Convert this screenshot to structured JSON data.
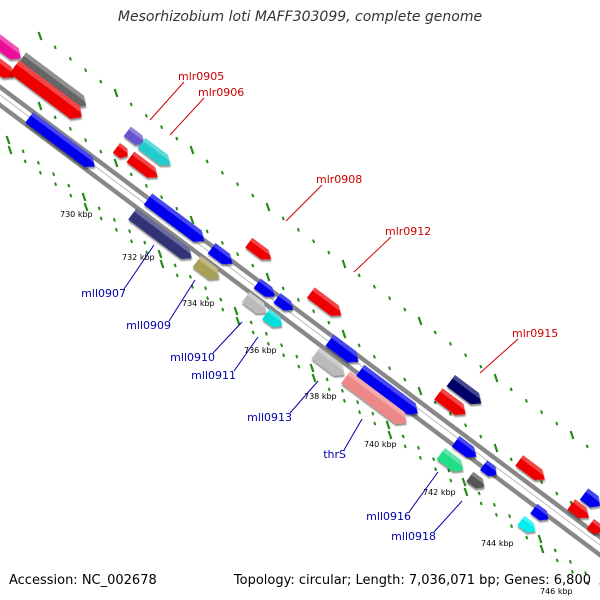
{
  "title": "Mesorhizobium loti MAFF303099, complete genome",
  "footer": {
    "accession": "Accession: NC_002678",
    "summary": "Topology: circular; Length: 7,036,071 bp; Genes: 6,800"
  },
  "colors": {
    "backbone": "#888888",
    "tick_marks": "#2a8a1a",
    "label_forward": "#cc0000",
    "label_reverse": "#0000aa",
    "scale_text": "#000000"
  },
  "scale_labels": [
    "730 kbp",
    "732 kbp",
    "734 kbp",
    "736 kbp",
    "738 kbp",
    "740 kbp",
    "742 kbp",
    "744 kbp",
    "746 kbp"
  ],
  "genes": [
    {
      "id": "g-magenta",
      "color": "#ee1199"
    },
    {
      "id": "g-gray-top",
      "color": "#666666"
    },
    {
      "id": "g-red-a",
      "color": "#ee0000"
    },
    {
      "id": "g-red-b",
      "color": "#ee0000"
    },
    {
      "id": "g-blue-top",
      "color": "#0000ee"
    },
    {
      "id": "mlr0905",
      "color": "#6655cc"
    },
    {
      "id": "mlr0906",
      "color": "#22cccc"
    },
    {
      "id": "g-red-c",
      "color": "#ee0000"
    },
    {
      "id": "g-red-d",
      "color": "#ee0000"
    },
    {
      "id": "g-blue-730",
      "color": "#0000ee"
    },
    {
      "id": "mll0907",
      "color": "#333377"
    },
    {
      "id": "g-blue-731",
      "color": "#0000ee"
    },
    {
      "id": "g-blue-732",
      "color": "#0000ee"
    },
    {
      "id": "mll0909",
      "color": "#aaa055"
    },
    {
      "id": "mlr0908",
      "color": "#ee0000"
    },
    {
      "id": "g-blue-735",
      "color": "#0000ee"
    },
    {
      "id": "mll0910",
      "color": "#bbbbbb"
    },
    {
      "id": "g-blue-736",
      "color": "#0000ee"
    },
    {
      "id": "mll0911",
      "color": "#00dddd"
    },
    {
      "id": "mlr0912",
      "color": "#ee0000"
    },
    {
      "id": "g-blue-737",
      "color": "#0000ee"
    },
    {
      "id": "mll0913",
      "color": "#bbbbbb"
    },
    {
      "id": "g-blue-738",
      "color": "#0000ee"
    },
    {
      "id": "thrS",
      "color": "#ee8888"
    },
    {
      "id": "mlr0915",
      "color": "#000066"
    },
    {
      "id": "g-red-e",
      "color": "#ee0000"
    },
    {
      "id": "g-blue-742",
      "color": "#0000ee"
    },
    {
      "id": "mll0916",
      "color": "#22dd88"
    },
    {
      "id": "g-blue-743",
      "color": "#0000ee"
    },
    {
      "id": "mll0918",
      "color": "#555555"
    },
    {
      "id": "g-red-f",
      "color": "#ee0000"
    },
    {
      "id": "g-blue-745",
      "color": "#0000ee"
    },
    {
      "id": "g-cyan-745",
      "color": "#00eeee"
    },
    {
      "id": "g-blue-746",
      "color": "#0000ee"
    },
    {
      "id": "g-red-g",
      "color": "#ee0000"
    },
    {
      "id": "g-red-h",
      "color": "#ee0000"
    }
  ],
  "gene_labels": {
    "forward": [
      "mlr0905",
      "mlr0906",
      "mlr0908",
      "mlr0912",
      "mlr0915"
    ],
    "reverse": [
      "mll0907",
      "mll0909",
      "mll0910",
      "mll0911",
      "mll0913",
      "thrS",
      "mll0916",
      "mll0918"
    ]
  }
}
